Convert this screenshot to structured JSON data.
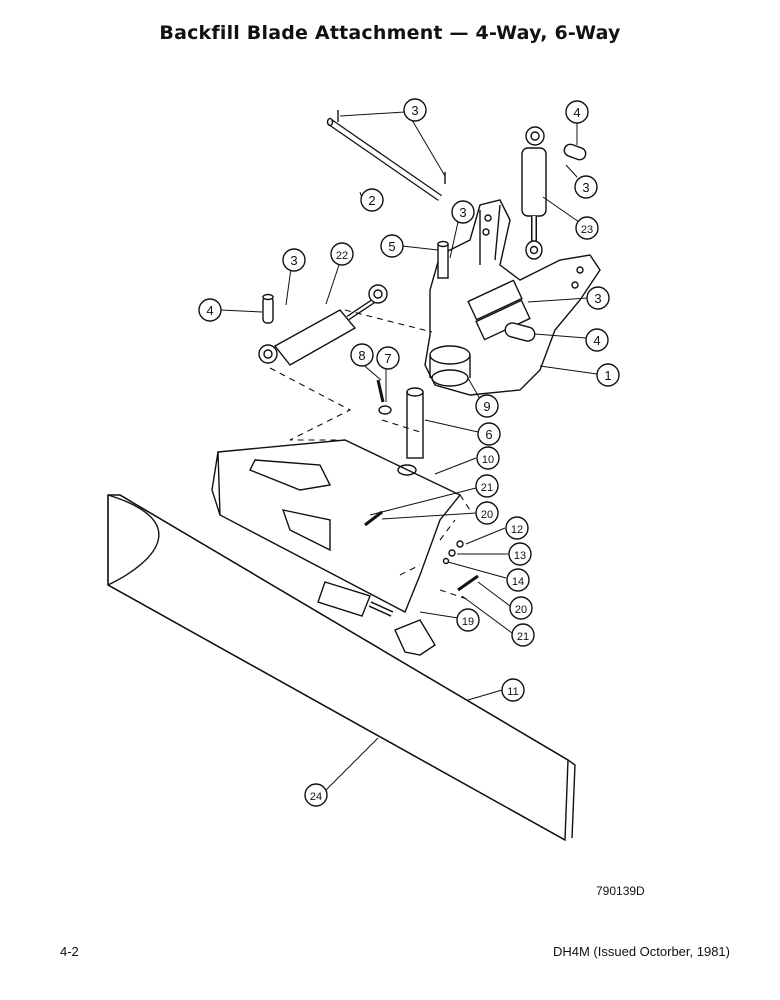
{
  "page": {
    "title": "Backfill Blade Attachment — 4-Way, 6-Way",
    "figure_id": "790139D",
    "page_number": "4-2",
    "document_ref": "DH4M (Issued Octorber, 1981)"
  },
  "callouts": [
    "3",
    "2",
    "4",
    "3",
    "23",
    "3",
    "5",
    "22",
    "3",
    "4",
    "3",
    "4",
    "1",
    "8",
    "7",
    "9",
    "6",
    "10",
    "21",
    "20",
    "12",
    "13",
    "14",
    "20",
    "21",
    "19",
    "11",
    "24"
  ],
  "colors": {
    "ink": "#111111",
    "paper": "#ffffff",
    "fill": "#f4f4f4"
  }
}
